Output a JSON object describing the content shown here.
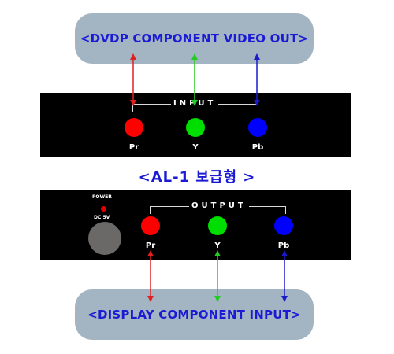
{
  "source_label": "<DVDP COMPONENT VIDEO OUT>",
  "display_label": "<DISPLAY COMPONENT INPUT>",
  "model_title": "<AL-1 보급형 >",
  "input_panel": {
    "group_label": "INPUT",
    "jacks": [
      {
        "label": "Pr",
        "color": "#ff0000"
      },
      {
        "label": "Y",
        "color": "#00dd00"
      },
      {
        "label": "Pb",
        "color": "#0000ff"
      }
    ]
  },
  "output_panel": {
    "group_label": "OUTPUT",
    "power_label": "POWER",
    "dc_label": "DC 5V",
    "jacks": [
      {
        "label": "Pr",
        "color": "#ff0000"
      },
      {
        "label": "Y",
        "color": "#00dd00"
      },
      {
        "label": "Pb",
        "color": "#0000ff"
      }
    ]
  },
  "arrow_colors": {
    "pr": "#e02020",
    "y": "#22cc22",
    "pb": "#1a1acc"
  }
}
